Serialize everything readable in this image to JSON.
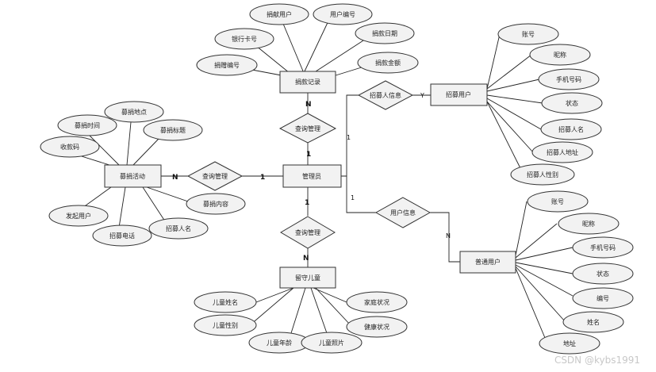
{
  "entities": {
    "donation_record": "捐款记录",
    "recruiter": "招募用户",
    "activity": "募捐活动",
    "admin": "管理员",
    "normal_user": "普通用户",
    "child": "留守儿童"
  },
  "relationships": {
    "query_top": "查询管理",
    "recruiter_info": "招募人信息",
    "query_left": "查询管理",
    "user_info": "用户信息",
    "query_bottom": "查询管理"
  },
  "attributes": {
    "donation_record": [
      "捐献用户",
      "用户编号",
      "捐款日期",
      "捐款金额",
      "捐赠编号",
      "银行卡号"
    ],
    "recruiter": [
      "账号",
      "昵称",
      "手机号码",
      "状态",
      "招募人名",
      "招募人地址",
      "招募人性别"
    ],
    "activity": [
      "募捐地点",
      "募捐时间",
      "募捐标题",
      "收款码",
      "募捐内容",
      "发起用户",
      "招募电话",
      "招募人名"
    ],
    "normal_user": [
      "账号",
      "昵称",
      "手机号码",
      "状态",
      "编号",
      "姓名",
      "地址"
    ],
    "child": [
      "儿童姓名",
      "家庭状况",
      "儿童性别",
      "健康状况",
      "儿童年龄",
      "儿童照片"
    ]
  },
  "cardinalities": {
    "record_to_query": "N",
    "query_to_admin_top": "1",
    "recruiter_rel_to_entity": "Y",
    "admin_to_recruiter_rel": "1",
    "activity_to_query": "N",
    "query_to_admin_left": "1",
    "admin_to_user_rel": "1",
    "user_rel_to_user": "N",
    "admin_to_query_bottom": "1",
    "query_to_child": "N"
  },
  "watermark": "CSDN @kybs1991"
}
